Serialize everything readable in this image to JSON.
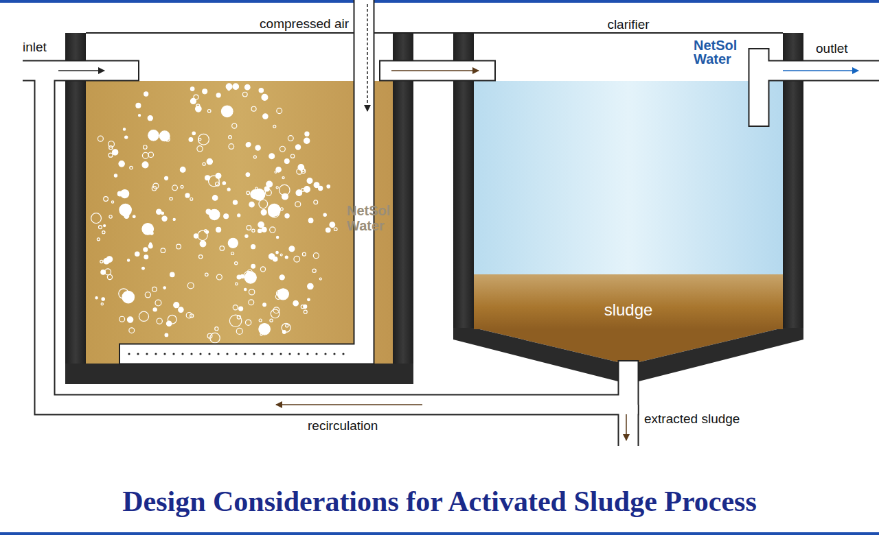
{
  "diagram": {
    "title": "Design Considerations for Activated Sludge Process",
    "nodes": [
      {
        "text": [
          "clarifier"
        ]
      },
      {
        "text": [
          "sludge"
        ],
        "in": 0
      }
    ],
    "labels": [
      "inlet",
      "compressed air",
      "outlet",
      "recirculation",
      "extracted sludge",
      "NetSol Water",
      "NetSol Water"
    ]
  }
}
